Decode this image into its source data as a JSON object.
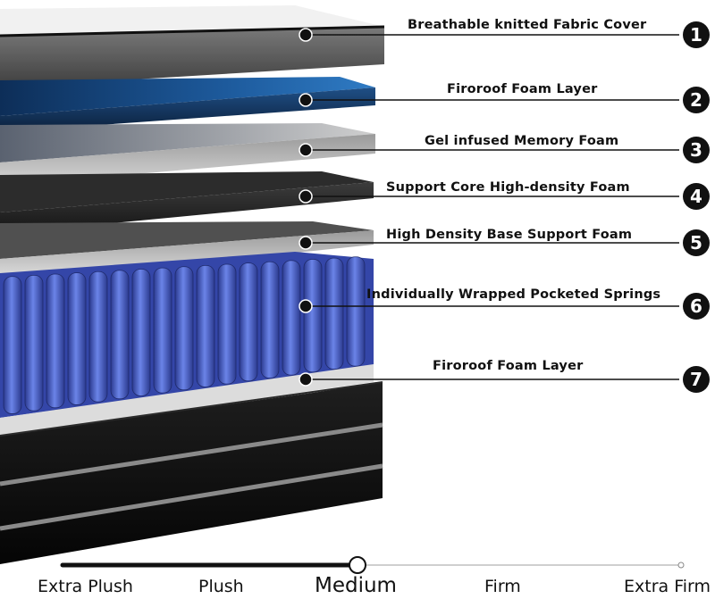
{
  "layers": [
    {
      "number": "1",
      "label": "Breathable knitted Fabric Cover"
    },
    {
      "number": "2",
      "label": "Firoroof Foam Layer"
    },
    {
      "number": "3",
      "label": "Gel infused Memory Foam"
    },
    {
      "number": "4",
      "label": "Support Core High-density Foam"
    },
    {
      "number": "5",
      "label": "High Density Base Support Foam"
    },
    {
      "number": "6",
      "label": "Individually Wrapped Pocketed Springs"
    },
    {
      "number": "7",
      "label": "Firoroof Foam Layer"
    }
  ],
  "firmness_scale": {
    "labels": [
      "Extra Plush",
      "Plush",
      "Medium",
      "Firm",
      "Extra Firm"
    ],
    "selected": "Medium",
    "level_fraction": 0.5
  },
  "colors": {
    "cover_top": "#f2f2f2",
    "cover_side": "#5a5a5a",
    "blue_foam": "#1e5ea0",
    "gel_foam": "#b9b9b9",
    "support_foam": "#2a2a2a",
    "base_foam": "#d2d2d2",
    "springs": "#4a5fc8",
    "base": "#0f0f0f"
  }
}
